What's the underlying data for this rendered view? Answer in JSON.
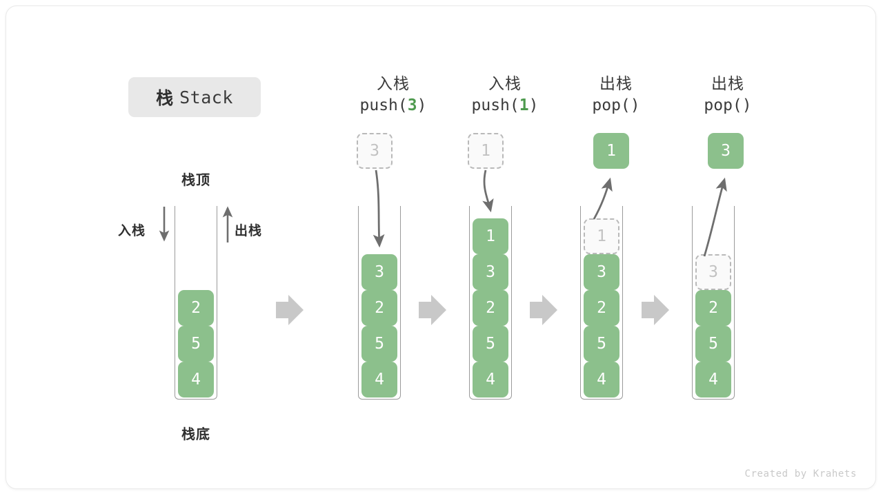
{
  "diagram": {
    "title_cjk": "栈",
    "title_latin": "Stack",
    "watermark": "Created by Krahets",
    "top_label": "栈顶",
    "bottom_label": "栈底",
    "push_label": "入栈",
    "pop_label": "出栈",
    "colors": {
      "element_green": "#8cc08c",
      "element_text": "#ffffff",
      "ghost_fill": "#fafafa",
      "ghost_border": "#b9b9b9",
      "ghost_text": "#c2c2c2",
      "container_line": "#9a9a9a",
      "arrow_gray": "#6e6e6e",
      "block_arrow": "#c8c8c8",
      "badge_bg": "#e8e8e8",
      "accent_arg": "#4e9a4e"
    }
  },
  "columns": [
    {
      "id": "initial",
      "header_cjk": "",
      "header_code": "",
      "header_arg": "",
      "elements": [
        "2",
        "5",
        "4"
      ],
      "ghost": null,
      "floating": null
    },
    {
      "id": "push-3",
      "header_cjk": "入栈",
      "header_code_prefix": "push(",
      "header_arg": "3",
      "header_code_suffix": ")",
      "elements": [
        "3",
        "2",
        "5",
        "4"
      ],
      "ghost": null,
      "floating": {
        "value": "3",
        "style": "ghost"
      }
    },
    {
      "id": "push-1",
      "header_cjk": "入栈",
      "header_code_prefix": "push(",
      "header_arg": "1",
      "header_code_suffix": ")",
      "elements": [
        "1",
        "3",
        "2",
        "5",
        "4"
      ],
      "ghost": null,
      "floating": {
        "value": "1",
        "style": "ghost"
      }
    },
    {
      "id": "pop-1",
      "header_cjk": "出栈",
      "header_code_prefix": "pop(",
      "header_arg": "",
      "header_code_suffix": ")",
      "elements": [
        "3",
        "2",
        "5",
        "4"
      ],
      "ghost": {
        "value": "1",
        "slot": 0
      },
      "floating": {
        "value": "1",
        "style": "solid"
      }
    },
    {
      "id": "pop-3",
      "header_cjk": "出栈",
      "header_code_prefix": "pop(",
      "header_arg": "",
      "header_code_suffix": ")",
      "elements": [
        "2",
        "5",
        "4"
      ],
      "ghost": {
        "value": "3",
        "slot": 1
      },
      "floating": {
        "value": "3",
        "style": "solid"
      }
    }
  ]
}
